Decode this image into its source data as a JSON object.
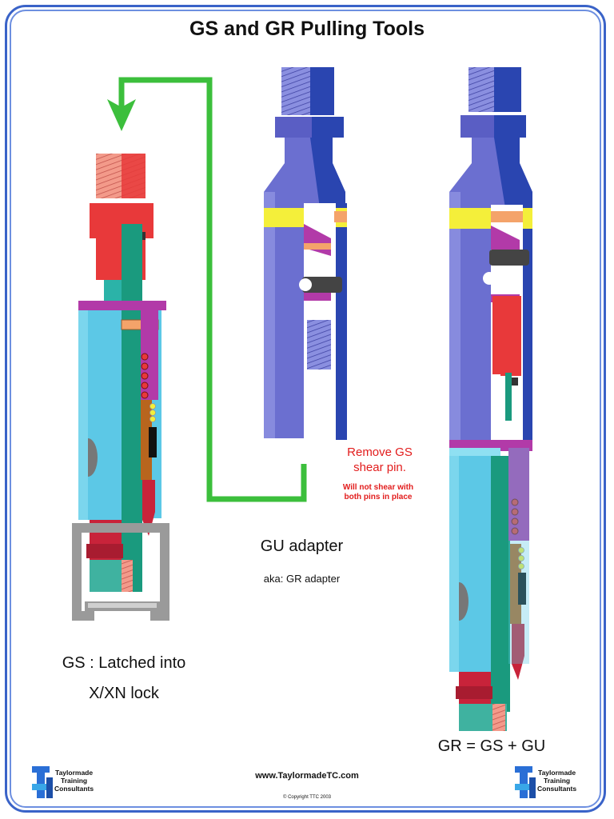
{
  "title": "GS and GR Pulling Tools",
  "labels": {
    "gs_caption_line1": "GS : Latched into",
    "gs_caption_line2": "X/XN lock",
    "gu_caption": "GU adapter",
    "gu_aka": "aka: GR adapter",
    "note_line1": "Remove GS",
    "note_line2": "shear pin.",
    "note_small1": "Will not shear with",
    "note_small2": "both pins in place",
    "gr_caption": "GR = GS + GU"
  },
  "footer": {
    "website": "www.TaylormadeTC.com",
    "copyright": "© Copyright TTC 2003",
    "logo_line1": "Taylormade",
    "logo_line2": "Training",
    "logo_line3": "Consultants"
  },
  "colors": {
    "frame": "#3a63c8",
    "arrow_green": "#3cbf3c",
    "note_red": "#e21c1c",
    "body_cyan": "#5cc8e6",
    "core_teal": "#1a9a7e",
    "adapter_blue": "#6b6fd0",
    "adapter_dark_blue": "#2a45b0",
    "yellow_band": "#f4ef3a",
    "magenta": "#b23aa8",
    "red_part": "#e8393a",
    "grey_housing": "#bdbdbd"
  }
}
